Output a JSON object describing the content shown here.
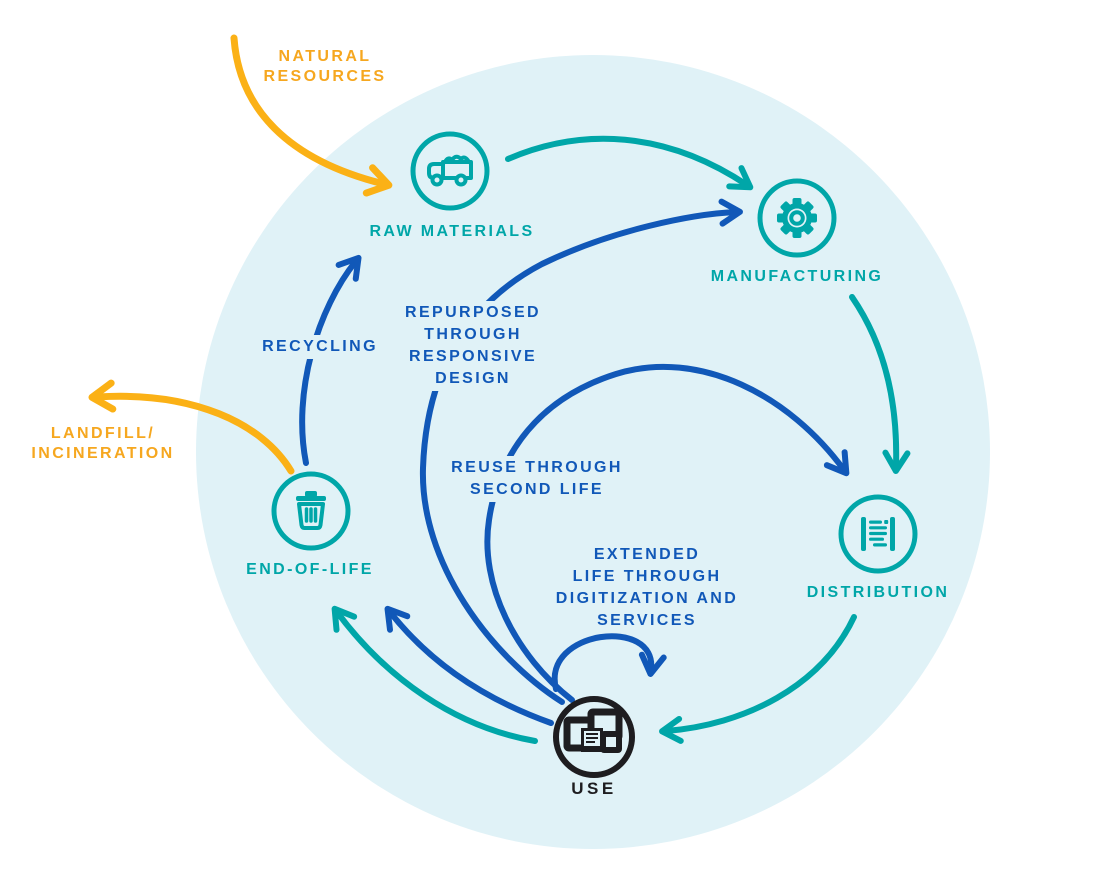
{
  "diagram": {
    "name": "circular-economy-lifecycle",
    "colors": {
      "teal": "#00A6A8",
      "blue": "#1158B8",
      "yellow_arrow": "#FBB116",
      "yellow_text": "#F6A71F",
      "background_circle": "#E0F2F7",
      "dark": "#1E1D20"
    },
    "nodes": {
      "raw_materials": {
        "label": "RAW MATERIALS",
        "icon": "dump-truck-icon"
      },
      "manufacturing": {
        "label": "MANUFACTURING",
        "icon": "gear-icon"
      },
      "distribution": {
        "label": "DISTRIBUTION",
        "icon": "shipment-list-icon"
      },
      "use": {
        "label": "USE",
        "icon": "devices-icon"
      },
      "end_of_life": {
        "label": "END-OF-LIFE",
        "icon": "trash-icon"
      }
    },
    "external": {
      "natural_resources": {
        "label": "NATURAL\nRESOURCES"
      },
      "landfill": {
        "label": "LANDFILL/\nINCINERATION"
      }
    },
    "flows": {
      "recycling": {
        "label": "RECYCLING"
      },
      "repurposed": {
        "label": "REPURPOSED\nTHROUGH\nRESPONSIVE\nDESIGN"
      },
      "reuse": {
        "label": "REUSE THROUGH\nSECOND LIFE"
      },
      "extended_life": {
        "label": "EXTENDED\nLIFE THROUGH\nDIGITIZATION AND\nSERVICES"
      }
    }
  }
}
